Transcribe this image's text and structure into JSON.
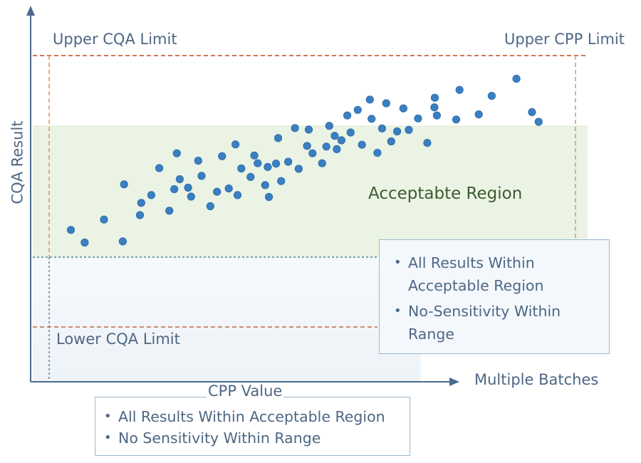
{
  "chart_data": {
    "type": "scatter",
    "title": "",
    "xlabel": "CPP Value",
    "ylabel": "CQA Result",
    "x_axis_note": "Multiple Batches",
    "xlim": [
      0,
      100
    ],
    "ylim": [
      0,
      100
    ],
    "grid": false,
    "limits": {
      "upper_cqa": {
        "label": "Upper CQA Limit",
        "y": 87
      },
      "lower_cqa": {
        "label": "Lower CQA Limit",
        "y": 15
      },
      "upper_cpp": {
        "label": "Upper CPP Limit",
        "x": 130
      },
      "lower_cpp": {
        "x": 4.6
      },
      "acceptable_top": 70,
      "acceptable_bottom": 35
    },
    "acceptable_region": {
      "label": "Acceptabte Region",
      "color": "#e7f1de"
    },
    "colors": {
      "points": "#3a7fc1",
      "axis": "#4a6a8f",
      "limit_line": "#c8653a",
      "region_line": "#2d6a7a",
      "text": "#4e6784"
    },
    "x": [
      9.1,
      12.4,
      17.0,
      21.5,
      21.8,
      25.6,
      25.9,
      28.3,
      30.2,
      32.6,
      33.8,
      34.4,
      35.1,
      37.1,
      37.8,
      39.5,
      40.3,
      42.4,
      44.0,
      45.2,
      46.8,
      48.4,
      48.9,
      49.8,
      52.0,
      52.9,
      53.7,
      55.5,
      56.1,
      56.4,
      58.1,
      58.6,
      59.3,
      61.0,
      62.6,
      63.5,
      65.5,
      65.9,
      66.8,
      69.1,
      70.1,
      70.8,
      72.1,
      72.6,
      73.7,
      75.1,
      75.9,
      77.6,
      78.6,
      80.5,
      80.9,
      82.3,
      83.4,
      84.4,
      85.6,
      87.0,
      88.5,
      89.8,
      92.0,
      94.2,
      95.9,
      96.0,
      96.5,
      101.1,
      101.9,
      106.5,
      109.6,
      115.5,
      119.2,
      120.8
    ],
    "y": [
      41.0,
      37.6,
      43.8,
      37.9,
      53.3,
      45.0,
      48.3,
      50.4,
      57.7,
      46.2,
      52.0,
      61.7,
      54.7,
      52.4,
      50.0,
      59.7,
      55.6,
      47.4,
      51.3,
      60.9,
      52.2,
      64.1,
      50.4,
      57.6,
      55.3,
      61.1,
      59.0,
      53.1,
      58.0,
      49.9,
      58.9,
      65.8,
      54.2,
      59.4,
      68.5,
      57.5,
      63.7,
      68.1,
      61.7,
      59.0,
      63.5,
      69.1,
      66.4,
      62.8,
      65.2,
      71.9,
      67.3,
      73.4,
      64.0,
      76.2,
      71.0,
      61.8,
      68.4,
      75.2,
      64.9,
      67.6,
      73.8,
      68.0,
      71.1,
      64.5,
      74.1,
      76.7,
      71.9,
      70.8,
      78.8,
      72.2,
      77.2,
      81.8,
      72.8,
      70.2
    ]
  },
  "labels": {
    "upper_cqa": "Upper CQA Limit",
    "upper_cpp": "Upper CPP Limit",
    "lower_cqa": "Lower CQA Limit",
    "acceptable": "Acceptabte Region",
    "y_axis": "CQA Result",
    "x_note": "Multiple Batches",
    "cpp_title": "CPP Value"
  },
  "right_box": {
    "item1": "All Results Within Acceptable Region",
    "item2": "No-Sensitivity Within Range"
  },
  "bottom_box": {
    "item1": "All Results Within Acceptable Region",
    "item2": "No Sensitivity Within Range"
  },
  "bullet": "•"
}
